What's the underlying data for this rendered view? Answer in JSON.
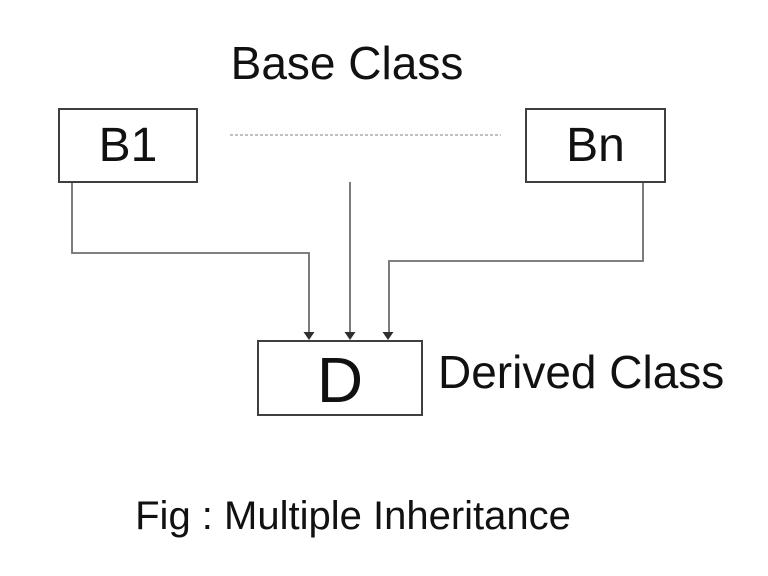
{
  "colors": {
    "background": "#ffffff",
    "text": "#111111",
    "line": "#6e6e6e",
    "dotted": "#9b9b9b",
    "box_border": "#3f3f3f",
    "arrow": "#2f2f2f"
  },
  "diagram": {
    "title": "Base Class",
    "caption": "Fig : Multiple Inheritance",
    "nodes": {
      "b1": {
        "label": "B1"
      },
      "bn": {
        "label": "Bn"
      },
      "d": {
        "label": "D",
        "annotation": "Derived Class"
      }
    },
    "edges": [
      {
        "from": "B1",
        "to": "D"
      },
      {
        "from": "Base Class",
        "to": "D"
      },
      {
        "from": "Bn",
        "to": "D"
      }
    ]
  }
}
